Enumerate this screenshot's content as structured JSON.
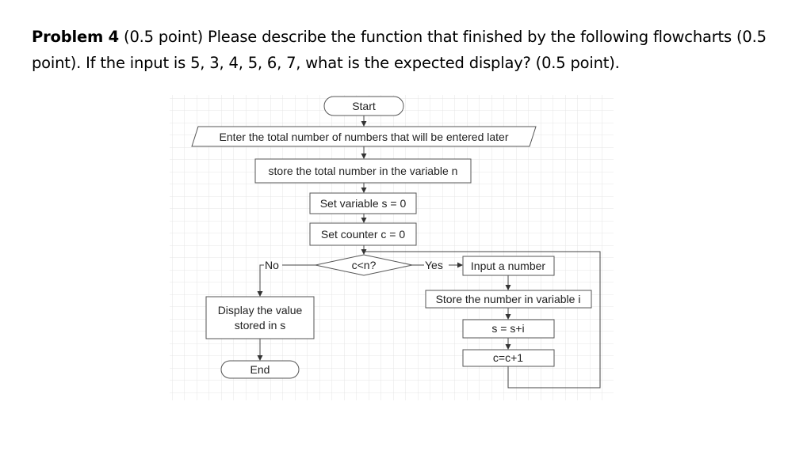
{
  "problem": {
    "number": "Problem 4",
    "text": " (0.5 point) Please describe the function that finished by the following flowcharts (0.5 point). If the input is 5, 3, 4, 5, 6, 7, what is the expected display? (0.5 point)."
  },
  "flowchart": {
    "start": "Start",
    "enter_total": "Enter the total number of numbers that will be entered later",
    "store_total": "store the total number in the variable n",
    "set_s": "Set variable s = 0",
    "set_c": "Set counter c = 0",
    "decision": "c<n?",
    "no_label": "No",
    "yes_label": "Yes",
    "input_number": "Input a number",
    "store_number": "Store the number in variable i",
    "add": "s = s+i",
    "increment": "c=c+1",
    "display_line1": "Display the value",
    "display_line2": "stored in s",
    "end": "End"
  }
}
